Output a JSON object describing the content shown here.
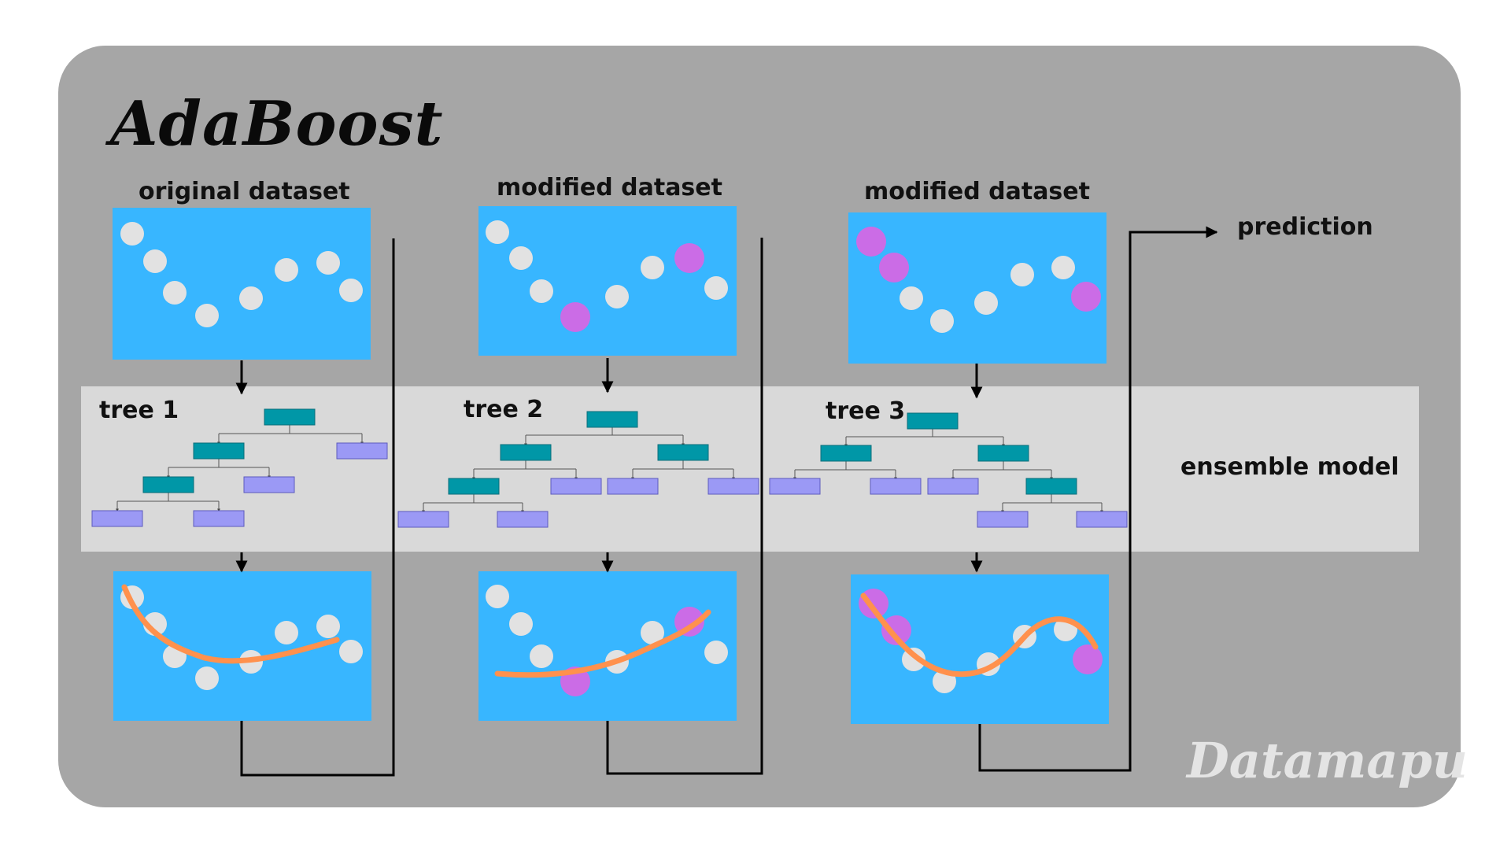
{
  "title": "AdaBoost",
  "watermark": "Datamapu",
  "labels": {
    "original_dataset": "original dataset",
    "modified_dataset_1": "modified dataset",
    "modified_dataset_2": "modified dataset",
    "prediction": "prediction",
    "ensemble_model": "ensemble model",
    "tree1": "tree 1",
    "tree2": "tree 2",
    "tree3": "tree 3"
  },
  "colors": {
    "background": "#a6a6a6",
    "band": "#d9d9d9",
    "panel": "#38b6ff",
    "point": "#e2e2e2",
    "point_weighted": "#cb6ce6",
    "curve": "#ff914d",
    "node_internal": "#0097a7",
    "node_leaf": "#9b99f5",
    "arrow": "#000000"
  }
}
